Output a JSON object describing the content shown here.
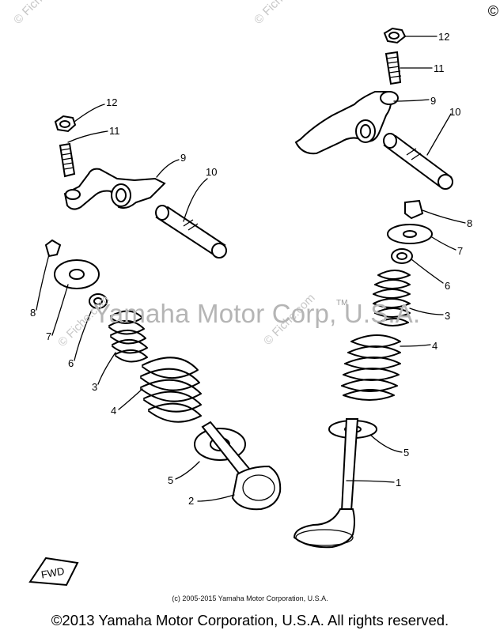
{
  "parts": [
    {
      "label": "1",
      "name": "valve-exhaust"
    },
    {
      "label": "2",
      "name": "valve-intake"
    },
    {
      "label": "3",
      "name": "valve-spring-inner"
    },
    {
      "label": "4",
      "name": "valve-spring-outer"
    },
    {
      "label": "5",
      "name": "spring-seat"
    },
    {
      "label": "6",
      "name": "valve-stem-seal"
    },
    {
      "label": "7",
      "name": "spring-retainer"
    },
    {
      "label": "8",
      "name": "valve-cotter"
    },
    {
      "label": "9",
      "name": "rocker-arm"
    },
    {
      "label": "10",
      "name": "rocker-shaft"
    },
    {
      "label": "11",
      "name": "adjusting-screw"
    },
    {
      "label": "12",
      "name": "locknut"
    }
  ],
  "callouts": {
    "left_12": "12",
    "left_11": "11",
    "left_9": "9",
    "left_10": "10",
    "left_8": "8",
    "left_7": "7",
    "left_6": "6",
    "left_3": "3",
    "left_4": "4",
    "left_5": "5",
    "left_2": "2",
    "right_12": "12",
    "right_11": "11",
    "right_9": "9",
    "right_10": "10",
    "right_8": "8",
    "right_7": "7",
    "right_6": "6",
    "right_3": "3",
    "right_4": "4",
    "right_5": "5",
    "right_1": "1"
  },
  "fwd_label": "FWD",
  "watermark_center": "Yamaha Motor Corp, U.S.A.",
  "watermark_tm": "TM",
  "watermark_small": "© Fiche.com",
  "corner_mark": "©",
  "inner_copyright": "(c) 2005-2015 Yamaha Motor Corporation, U.S.A.",
  "footer_copyright": "©2013 Yamaha Motor Corporation, U.S.A. All rights reserved.",
  "colors": {
    "line": "#000000",
    "watermark": "#b5b5b5",
    "background": "#ffffff"
  }
}
